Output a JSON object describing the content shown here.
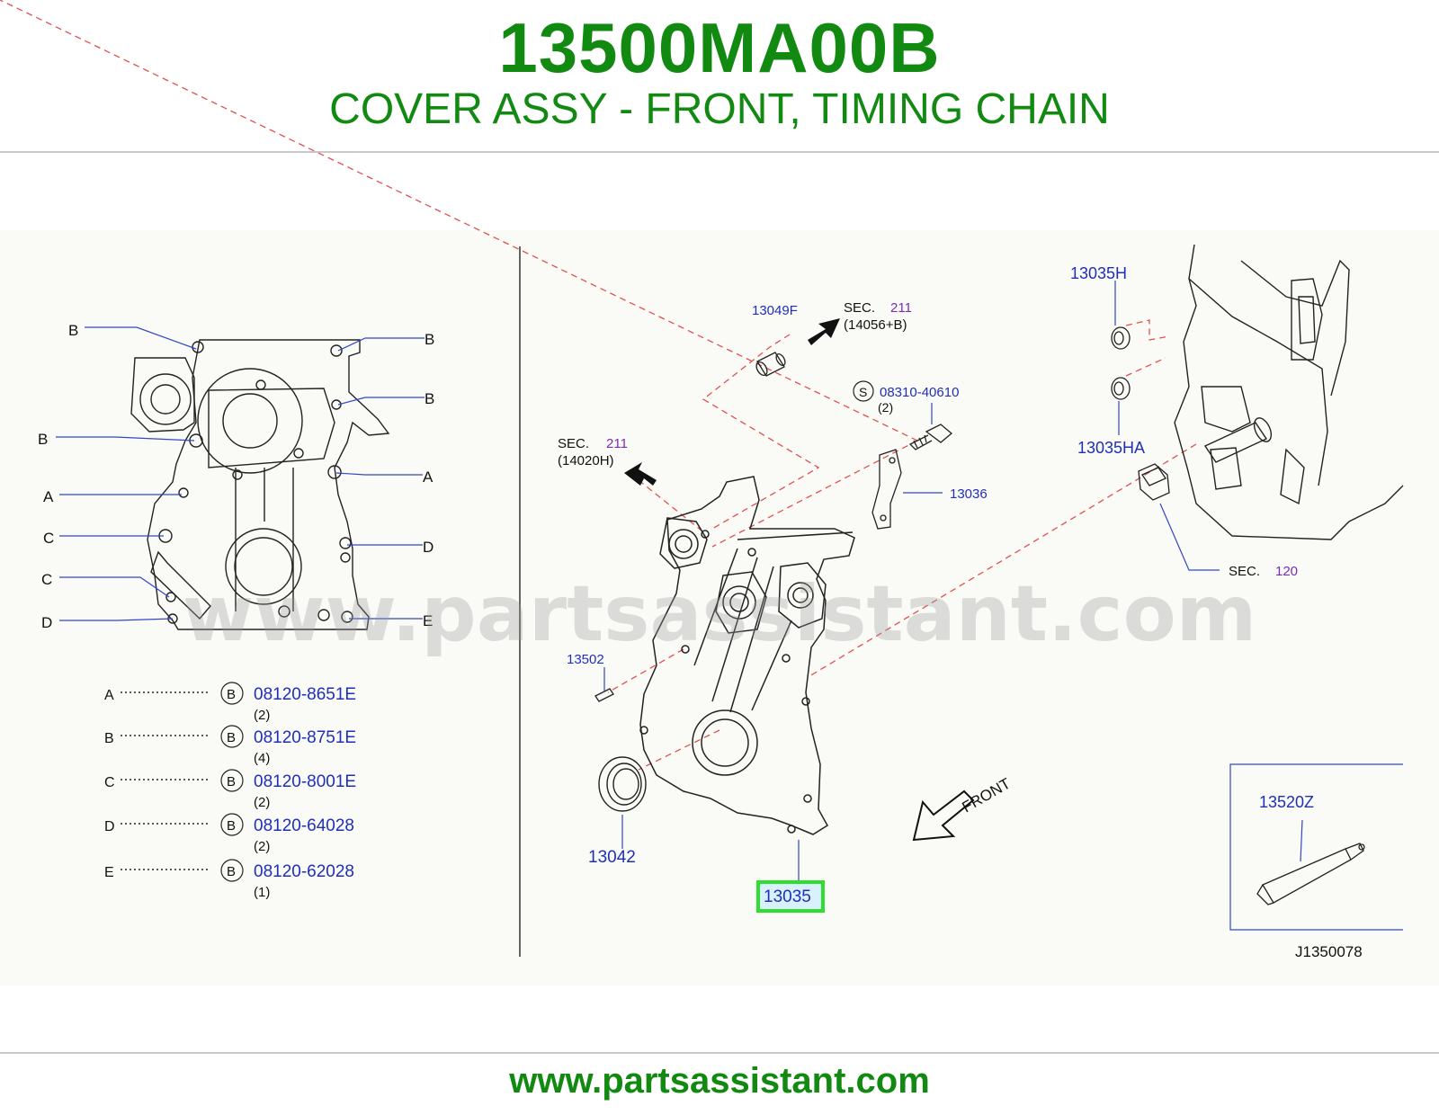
{
  "header": {
    "part_number": "13500MA00B",
    "title": "COVER ASSY - FRONT, TIMING CHAIN"
  },
  "watermark": "www.partsassistant.com",
  "footer": {
    "url": "www.partsassistant.com"
  },
  "colors": {
    "brand_green": "#128a12",
    "part_blue": "#1f2fb8",
    "sec_purple": "#7a2bb8",
    "highlight": "#2ee02e"
  },
  "left_view": {
    "callouts": [
      "B",
      "B",
      "B",
      "B",
      "A",
      "A",
      "C",
      "D",
      "C",
      "D",
      "E"
    ]
  },
  "bolt_table": [
    {
      "letter": "A",
      "symbol": "B",
      "part": "08120-8651E",
      "qty": "(2)"
    },
    {
      "letter": "B",
      "symbol": "B",
      "part": "08120-8751E",
      "qty": "(4)"
    },
    {
      "letter": "C",
      "symbol": "B",
      "part": "08120-8001E",
      "qty": "(2)"
    },
    {
      "letter": "D",
      "symbol": "B",
      "part": "08120-64028",
      "qty": "(2)"
    },
    {
      "letter": "E",
      "symbol": "B",
      "part": "08120-62028",
      "qty": "(1)"
    }
  ],
  "parts": {
    "p13049f": "13049F",
    "sec_top_label": "SEC.",
    "sec_top_num": "211",
    "sec_top_ref": "(14056+B)",
    "sec_left_label": "SEC.",
    "sec_left_num": "211",
    "sec_left_ref": "(14020H)",
    "screw_symbol": "S",
    "screw_part": "08310-40610",
    "screw_qty": "(2)",
    "p13036": "13036",
    "p13035h": "13035H",
    "p13035ha": "13035HA",
    "sec_right_label": "SEC.",
    "sec_right_num": "120",
    "p13502": "13502",
    "p13042": "13042",
    "p13035": "13035",
    "front": "FRONT",
    "p13520z": "13520Z",
    "diagram_id": "J1350078"
  }
}
